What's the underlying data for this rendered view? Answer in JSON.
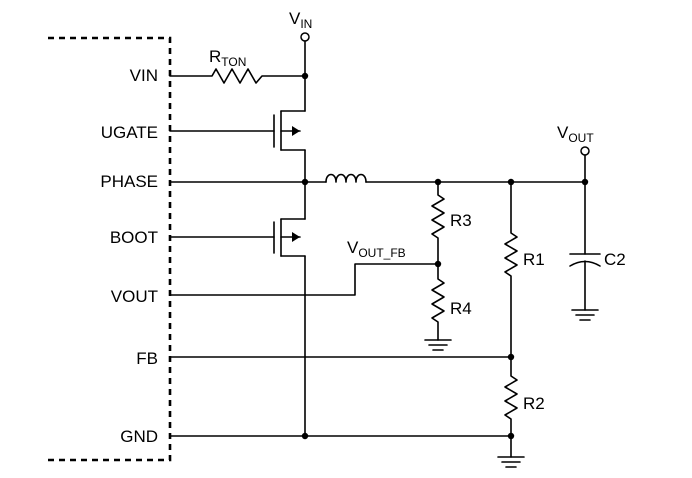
{
  "pins": {
    "vin": "VIN",
    "ugate": "UGATE",
    "phase": "PHASE",
    "boot": "BOOT",
    "vout": "VOUT",
    "fb": "FB",
    "gnd": "GND"
  },
  "labels": {
    "vin_main": "V",
    "vin_sub": "IN",
    "rton_main": "R",
    "rton_sub": "TON",
    "vout_main": "V",
    "vout_sub": "OUT",
    "voutfb_main": "V",
    "voutfb_sub": "OUT_FB",
    "r1": "R1",
    "r2": "R2",
    "r3": "R3",
    "r4": "R4",
    "c2": "C2"
  },
  "colors": {
    "ink": "#000000",
    "background": "#ffffff"
  }
}
